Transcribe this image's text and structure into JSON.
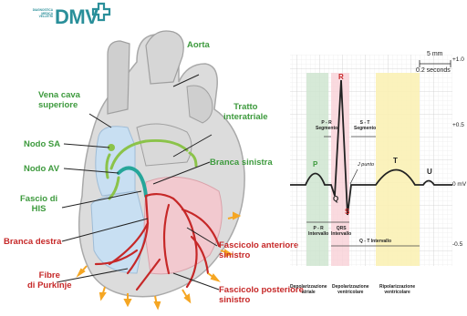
{
  "logo": {
    "small_lines": [
      "DIAGNOSTICA",
      "MEDICA",
      "VELLETRI"
    ],
    "brand": "DMV",
    "brand_color": "#2a8f9a"
  },
  "heart_labels": {
    "aorta": "Aorta",
    "vena_cava_1": "Vena cava",
    "vena_cava_2": "superiore",
    "tratto_1": "Tratto",
    "tratto_2": "interatriale",
    "nodo_sa": "Nodo SA",
    "nodo_av": "Nodo AV",
    "branca_sinistra": "Branca sinistra",
    "fascio_1": "Fascio di",
    "fascio_2": "HIS",
    "branca_destra": "Branca destra",
    "fascicolo_ant_1": "Fascicolo anteriore",
    "fascicolo_ant_2": "sinistro",
    "fibre_1": "Fibre",
    "fibre_2": "di Purkinje",
    "fascicolo_post_1": "Fascicolo posteriore",
    "fascicolo_post_2": "sinistro"
  },
  "ecg": {
    "scale_mm": "5 mm",
    "scale_time": "0.2 seconds",
    "y_ticks": [
      "+1.0",
      "+0.5",
      "0 mV",
      "-0.5"
    ],
    "waves": {
      "p": "P",
      "q": "Q",
      "r": "R",
      "s": "S",
      "t": "T",
      "u": "U"
    },
    "j_point": "J punto",
    "pr_segment_1": "P - R",
    "pr_segment_2": "Segmento",
    "st_segment_1": "S - T",
    "st_segment_2": "Segmento",
    "pr_interval_1": "P - R",
    "pr_interval_2": "Intervallo",
    "qrs_interval_1": "QRS",
    "qrs_interval_2": "Intervallo",
    "qt_interval": "Q - T Intervallo",
    "depol_atriale_1": "Depolarizzazione",
    "depol_atriale_2": "atriale",
    "depol_ventr_1": "Depolarizzazione",
    "depol_ventr_2": "ventricolare",
    "ripol_ventr_1": "Ripolarizzazione",
    "ripol_ventr_2": "ventricolare"
  },
  "colors": {
    "label_green": "#3d9a3d",
    "label_red": "#c62828",
    "pathway_red": "#c62828",
    "pathway_green": "#8bc34a",
    "av_teal": "#26a69a",
    "arrow_orange": "#f5a623",
    "p_band": "#cfe5d0",
    "qrs_band": "#f9d3d9",
    "t_band": "#fbf1b5",
    "ecg_line": "#222222"
  }
}
